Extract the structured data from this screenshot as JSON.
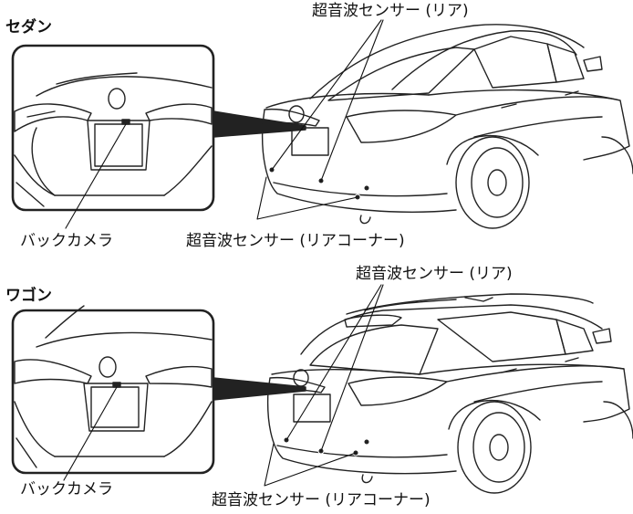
{
  "sedan": {
    "heading": "セダン",
    "sensor_rear_label": "超音波センサー (リア)",
    "sensor_corner_label": "超音波センサー (リアコーナー)",
    "camera_label": "バックカメラ"
  },
  "wagon": {
    "heading": "ワゴン",
    "sensor_rear_label": "超音波センサー (リア)",
    "sensor_corner_label": "超音波センサー (リアコーナー)",
    "camera_label": "バックカメラ"
  }
}
